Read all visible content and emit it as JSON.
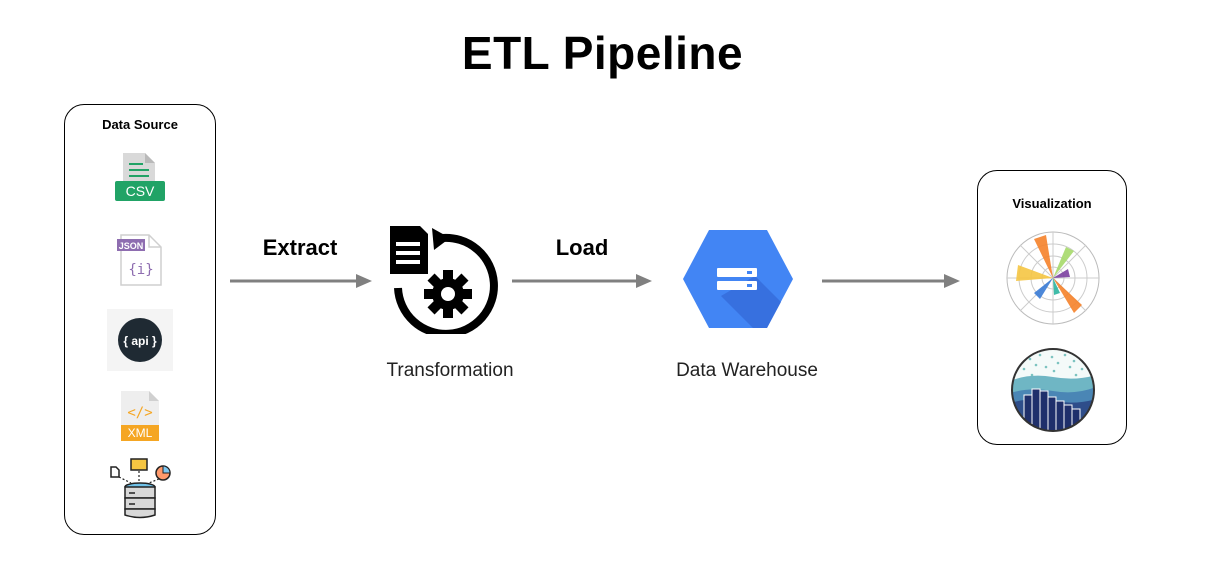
{
  "title": "ETL Pipeline",
  "data_source": {
    "label": "Data Source",
    "items": [
      {
        "name": "csv-file-icon",
        "badge": "CSV"
      },
      {
        "name": "json-file-icon",
        "badge": "JSON",
        "glyph": "{i}"
      },
      {
        "name": "api-icon",
        "badge": "{ api }"
      },
      {
        "name": "xml-file-icon",
        "badge": "XML",
        "glyph": "</>"
      },
      {
        "name": "database-icon"
      }
    ]
  },
  "steps": {
    "extract_label": "Extract",
    "load_label": "Load",
    "transformation_label": "Transformation",
    "warehouse_label": "Data Warehouse"
  },
  "visualization": {
    "label": "Visualization",
    "items": [
      {
        "name": "polar-chart-icon"
      },
      {
        "name": "area-histogram-chart-icon"
      }
    ]
  },
  "colors": {
    "arrow": "#808080",
    "csv_green": "#21a366",
    "json_purple": "#8e6db0",
    "api_dark": "#1f2a33",
    "xml_orange": "#f5a623",
    "warehouse_blue": "#4285f4"
  }
}
